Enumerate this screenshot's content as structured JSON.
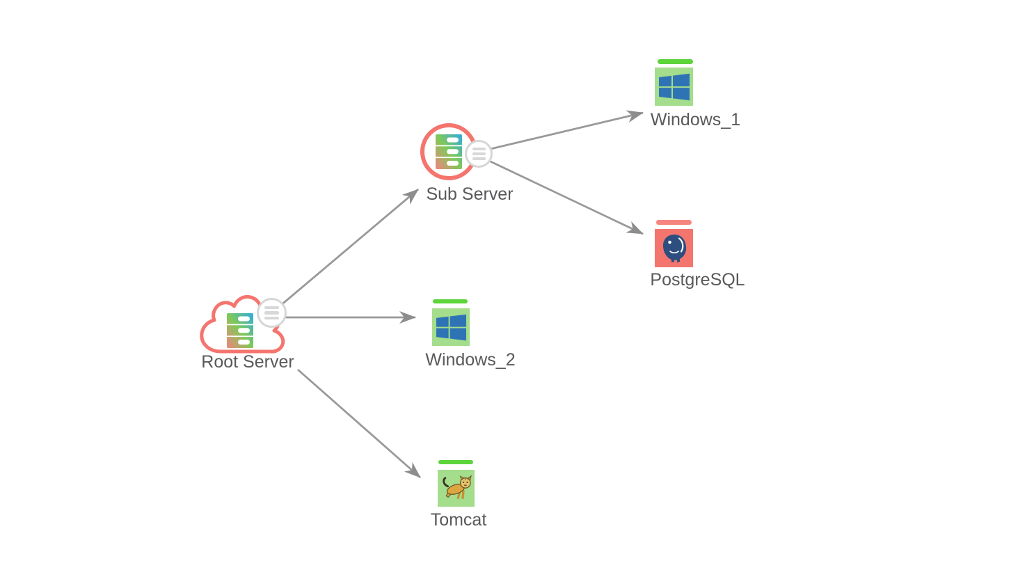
{
  "colors": {
    "edge": "#999999",
    "arrowhead": "#8d8d8d",
    "label-text": "#58595b",
    "alarm": "#f4756e",
    "alarm-bar": "#f5867f",
    "ok-bar": "#5cd43a",
    "ok-bg": "#a4dd8b",
    "menu-ring": "#d6d6d6",
    "menu-bars": "#d8d8d8",
    "windows-blue": "#2e74b5",
    "postgres-blue": "#2d4e7e",
    "tomcat-body": "#dca53f",
    "server-grad-start": "#f2837e",
    "server-grad-mid": "#7fc957",
    "server-grad-end": "#2fabe1"
  },
  "nodes": [
    {
      "id": "root-server",
      "label": "Root Server",
      "kind": "root-group",
      "icon": "server-icon",
      "shape": "cloud-outline",
      "status": "alarm"
    },
    {
      "id": "sub-server",
      "label": "Sub Server",
      "kind": "group",
      "icon": "server-icon",
      "shape": "circle-outline",
      "status": "alarm"
    },
    {
      "id": "windows-1",
      "label": "Windows_1",
      "kind": "device",
      "icon": "windows-icon",
      "status": "up"
    },
    {
      "id": "postgresql",
      "label": "PostgreSQL",
      "kind": "device",
      "icon": "postgresql-icon",
      "status": "down"
    },
    {
      "id": "windows-2",
      "label": "Windows_2",
      "kind": "device",
      "icon": "windows-icon",
      "status": "up"
    },
    {
      "id": "tomcat",
      "label": "Tomcat",
      "kind": "device",
      "icon": "tomcat-icon",
      "status": "up"
    }
  ],
  "edges": [
    {
      "from": "Root Server",
      "to": "Sub Server"
    },
    {
      "from": "Root Server",
      "to": "Windows_2"
    },
    {
      "from": "Root Server",
      "to": "Tomcat"
    },
    {
      "from": "Sub Server",
      "to": "Windows_1"
    },
    {
      "from": "Sub Server",
      "to": "PostgreSQL"
    }
  ]
}
